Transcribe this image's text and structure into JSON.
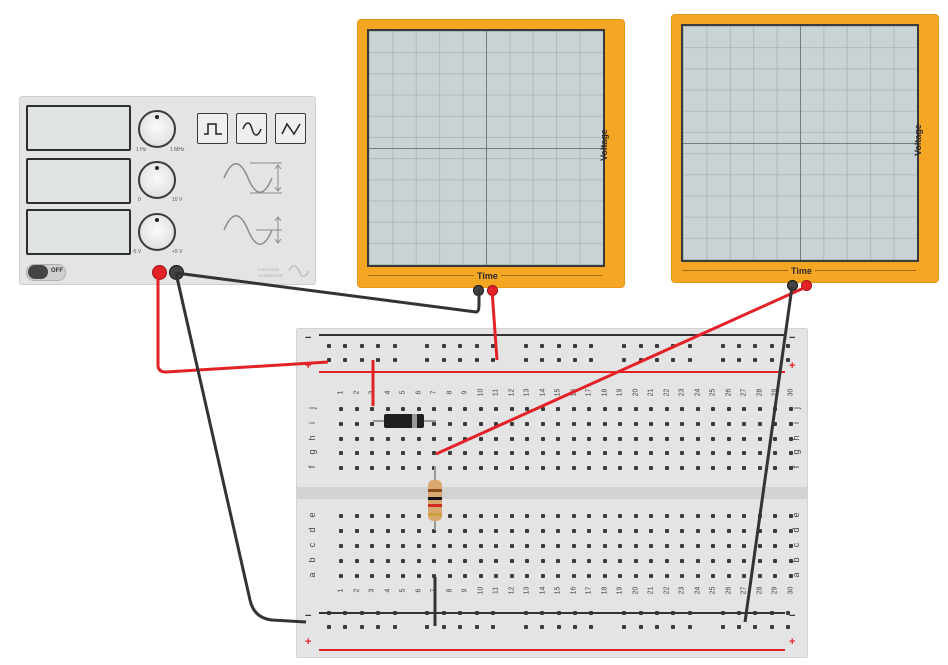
{
  "function_generator": {
    "knob1_min": "1 Hz",
    "knob1_max": "1 MHz",
    "knob2_min": "0",
    "knob2_max": "10 V",
    "knob3_min": "-5 V",
    "knob3_max": "+5 V",
    "power_label": "OFF",
    "brand_line1": "FUNCTION",
    "brand_line2": "GENERATOR",
    "waveforms": [
      "square-wave-icon",
      "sine-wave-icon",
      "triangle-wave-icon"
    ]
  },
  "oscilloscope_left": {
    "x_label": "Time",
    "y_label": "Voltage"
  },
  "oscilloscope_right": {
    "x_label": "Time",
    "y_label": "Voltage"
  },
  "breadboard": {
    "minus": "−",
    "plus": "+",
    "columns": [
      "1",
      "2",
      "3",
      "4",
      "5",
      "6",
      "7",
      "8",
      "9",
      "10",
      "11",
      "12",
      "13",
      "14",
      "15",
      "16",
      "17",
      "18",
      "19",
      "20",
      "21",
      "22",
      "23",
      "24",
      "25",
      "26",
      "27",
      "28",
      "29",
      "30"
    ],
    "rows_top": [
      "j",
      "i",
      "h",
      "g",
      "f"
    ],
    "rows_bottom": [
      "e",
      "d",
      "c",
      "b",
      "a"
    ]
  },
  "colors": {
    "wire_red": "#e32228",
    "wire_black": "#333333",
    "scope_body": "#f5a623",
    "screen": "#c9d3d5",
    "rail_red": "#e32228"
  }
}
